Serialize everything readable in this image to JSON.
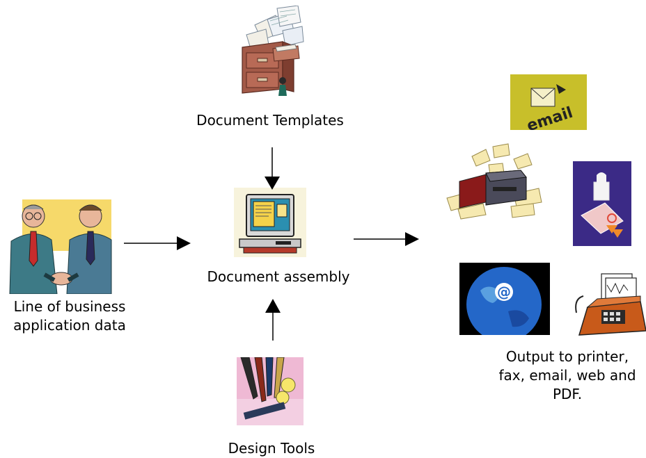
{
  "nodes": {
    "templates": {
      "label": "Document Templates",
      "icon": "file-cabinet-icon"
    },
    "assembly": {
      "label": "Document assembly",
      "icon": "computer-icon"
    },
    "data": {
      "label_lines": [
        "Line of business",
        "application data"
      ],
      "icon": "business-handshake-icon"
    },
    "design": {
      "label": "Design Tools",
      "icon": "pens-icon"
    },
    "output": {
      "label_lines": [
        "Output to printer,",
        "fax, email, web and",
        "PDF."
      ],
      "icons": [
        "email-icon",
        "printer-icon",
        "pdf-icon",
        "web-globe-icon",
        "fax-icon"
      ],
      "email_text": "email",
      "web_symbol": "@"
    }
  },
  "edges": [
    {
      "from": "templates",
      "to": "assembly"
    },
    {
      "from": "data",
      "to": "assembly"
    },
    {
      "from": "design",
      "to": "assembly"
    },
    {
      "from": "assembly",
      "to": "output"
    }
  ],
  "colors": {
    "arrow": "#000000",
    "email_bg": "#c8bf2a",
    "pdf_bg": "#3b2a86",
    "globe": "#2467c8",
    "fax": "#c85a1a"
  }
}
